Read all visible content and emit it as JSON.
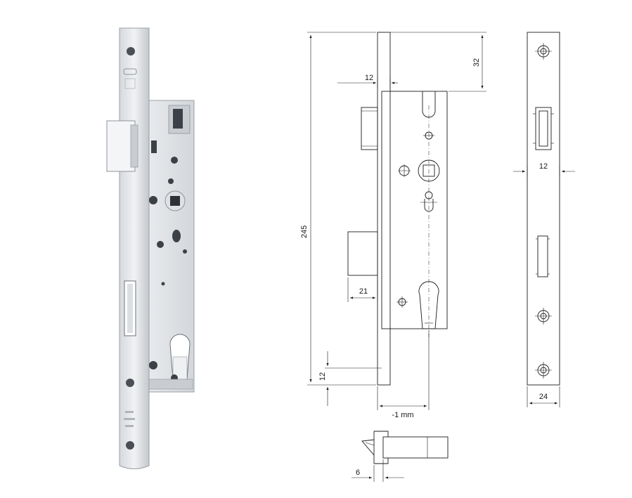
{
  "dimensions": {
    "height_total": "245",
    "top_offset": "32",
    "faceplate_thickness": "12",
    "side_faceplate_thickness": "12",
    "deadbolt_projection": "21",
    "bottom_offset": "12",
    "centerline_offset": "-1 mm",
    "faceplate_width": "24",
    "latch_offset": "6"
  },
  "colors": {
    "line": "#1a1a1a",
    "steel_light": "#e6e8ea",
    "steel_mid": "#c9cdd1",
    "steel_dark": "#8e949a"
  }
}
